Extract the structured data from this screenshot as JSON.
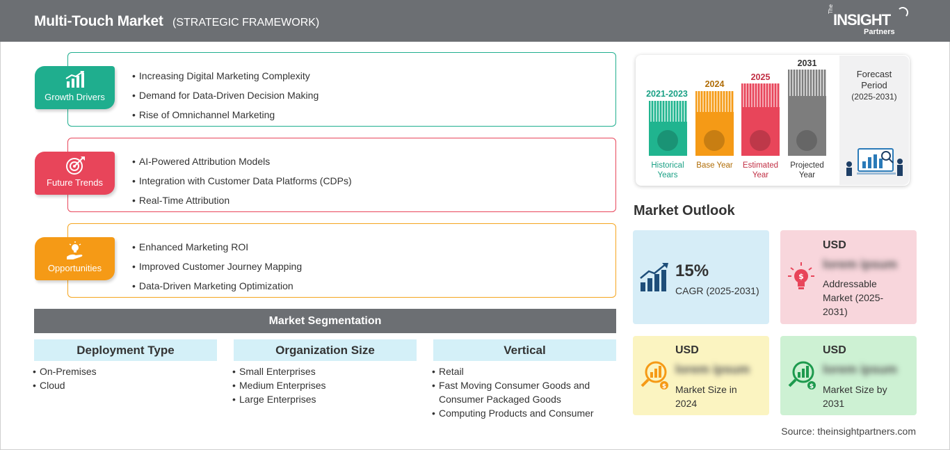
{
  "header": {
    "title": "Multi-Touch Market",
    "subtitle": "(STRATEGIC FRAMEWORK)",
    "logo": {
      "the": "The",
      "main": "INSIGHT",
      "partners": "Partners"
    }
  },
  "framework": [
    {
      "label": "Growth Drivers",
      "icon": "bar-chart-growth-icon",
      "color": "#1fae8e",
      "items": [
        "Increasing Digital Marketing Complexity",
        "Demand for Data-Driven Decision Making",
        "Rise of Omnichannel Marketing"
      ]
    },
    {
      "label": "Future Trends",
      "icon": "target-icon",
      "color": "#e8455a",
      "items": [
        "AI-Powered Attribution Models",
        "Integration with Customer Data Platforms (CDPs)",
        "Real-Time Attribution"
      ]
    },
    {
      "label": "Opportunities",
      "icon": "lightbulb-hand-icon",
      "color": "#f59a16",
      "items": [
        "Enhanced Marketing ROI",
        "Improved Customer Journey Mapping",
        "Data-Driven Marketing Optimization"
      ]
    }
  ],
  "segmentation": {
    "title": "Market Segmentation",
    "columns": [
      {
        "heading": "Deployment Type",
        "items": [
          "On-Premises",
          "Cloud"
        ]
      },
      {
        "heading": "Organization Size",
        "items": [
          "Small Enterprises",
          "Medium Enterprises",
          "Large Enterprises"
        ]
      },
      {
        "heading": "Vertical",
        "items": [
          "Retail",
          "Fast Moving Consumer Goods and Consumer Packaged Goods",
          "Computing Products and Consumer"
        ]
      }
    ]
  },
  "timeline": {
    "bars": [
      {
        "year": "2021-2023",
        "caption": "Historical Years",
        "color": "#20b48f",
        "icon": "history-clock-icon"
      },
      {
        "year": "2024",
        "caption": "Base Year",
        "color": "#f59a16",
        "icon": "calendar-icon"
      },
      {
        "year": "2025",
        "caption": "Estimated Year",
        "color": "#e8455a",
        "icon": "gears-icon"
      },
      {
        "year": "2031",
        "caption": "Projected Year",
        "color": "#7d7d7d",
        "icon": "presentation-chart-icon"
      }
    ],
    "forecast_label": "Forecast Period",
    "forecast_range": "(2025-2031)"
  },
  "outlook": {
    "title": "Market Outlook",
    "cagr_value": "15%",
    "cagr_label": "CAGR (2025-2031)",
    "addressable": {
      "currency": "USD",
      "value": "lorem ipsum",
      "label": "Addressable Market (2025-2031)"
    },
    "size_2024": {
      "currency": "USD",
      "value": "lorem ipsum",
      "label": "Market Size in 2024"
    },
    "size_2031": {
      "currency": "USD",
      "value": "lorem ipsum",
      "label": "Market Size by 2031"
    }
  },
  "source": "Source: theinsightpartners.com",
  "colors": {
    "header_bg": "#6c6f73",
    "green": "#1fae8e",
    "red": "#e8455a",
    "orange": "#f59a16",
    "seg_head_bg": "#d4f0f8",
    "cagr_bg": "#d6edf7",
    "addressable_bg": "#f8d6dc",
    "size2024_bg": "#fbf4c1",
    "size2031_bg": "#cdf1d3"
  }
}
